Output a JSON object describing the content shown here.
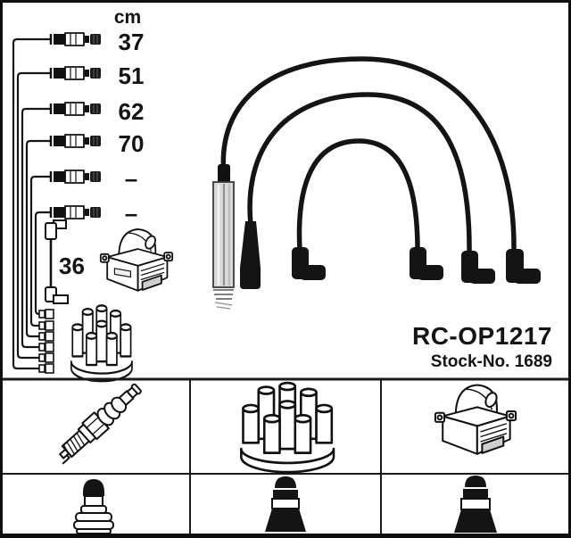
{
  "product": {
    "part_number": "RC-OP1217",
    "stock_no": "Stock-No. 1689"
  },
  "measurements": {
    "unit": "cm",
    "lead_lengths": [
      {
        "label": "37"
      },
      {
        "label": "51"
      },
      {
        "label": "62"
      },
      {
        "label": "70"
      },
      {
        "label": "–"
      },
      {
        "label": "–"
      }
    ],
    "coil_lead_length": "36"
  },
  "diagram": {
    "upper_components": [
      "ignition-lead-set",
      "coil-lead",
      "ignition-coil",
      "distributor-cap",
      "arched-ignition-leads"
    ],
    "grid": {
      "row1": [
        "spark-plug",
        "distributor-cap",
        "ignition-coil"
      ],
      "row2": [
        "plug-boot",
        "distributor-boot",
        "coil-boot"
      ]
    }
  },
  "colors": {
    "ink": "#111111",
    "background": "#ffffff",
    "metal": "#d9d9d9"
  }
}
